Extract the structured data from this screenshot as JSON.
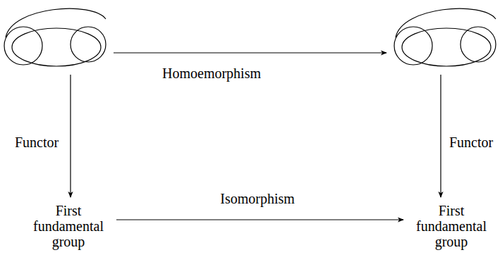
{
  "diagram": {
    "nodes": [
      {
        "text": []
      },
      {
        "text": []
      },
      {
        "text": [
          "First fundamental group"
        ]
      },
      {
        "text": [
          "First fundamental group"
        ]
      }
    ],
    "edges": [
      {
        "from": 0,
        "to": 1,
        "arrow": "to",
        "label": "Homoemorphism"
      },
      {
        "from": 0,
        "to": 2,
        "arrow": "to",
        "label": "Functor"
      },
      {
        "from": 1,
        "to": 3,
        "arrow": "to",
        "label": "Functor"
      },
      {
        "from": 2,
        "to": 3,
        "arrow": "to",
        "label": "Isomorphism"
      }
    ]
  }
}
